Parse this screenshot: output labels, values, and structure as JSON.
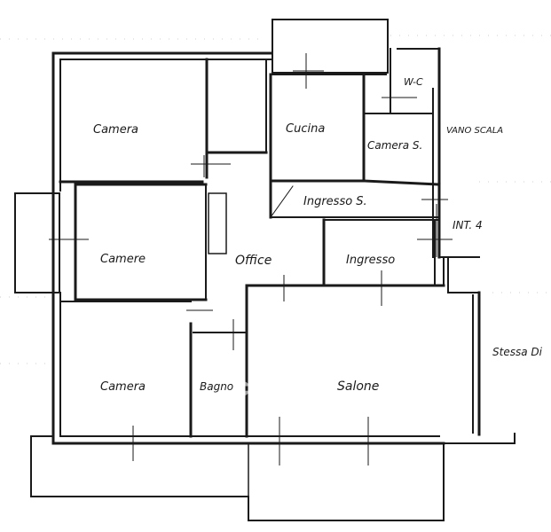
{
  "plan": {
    "rooms": [
      {
        "key": "camera_top",
        "label": "Camera"
      },
      {
        "key": "camera_mid",
        "label": "Camere"
      },
      {
        "key": "camera_bottom",
        "label": "Camera"
      },
      {
        "key": "cucina",
        "label": "Cucina"
      },
      {
        "key": "camera_s",
        "label": "Camera S."
      },
      {
        "key": "wc",
        "label": "W-C"
      },
      {
        "key": "ingresso_s",
        "label": "Ingresso S."
      },
      {
        "key": "ingresso",
        "label": "Ingresso"
      },
      {
        "key": "office",
        "label": "Office"
      },
      {
        "key": "bagno",
        "label": "Bagno"
      },
      {
        "key": "salone",
        "label": "Salone"
      }
    ],
    "notes": {
      "stair": "VANO SCALA",
      "unit": "INT. 4",
      "neighbour": "Stessa Di"
    },
    "watermark": "casa.it"
  }
}
